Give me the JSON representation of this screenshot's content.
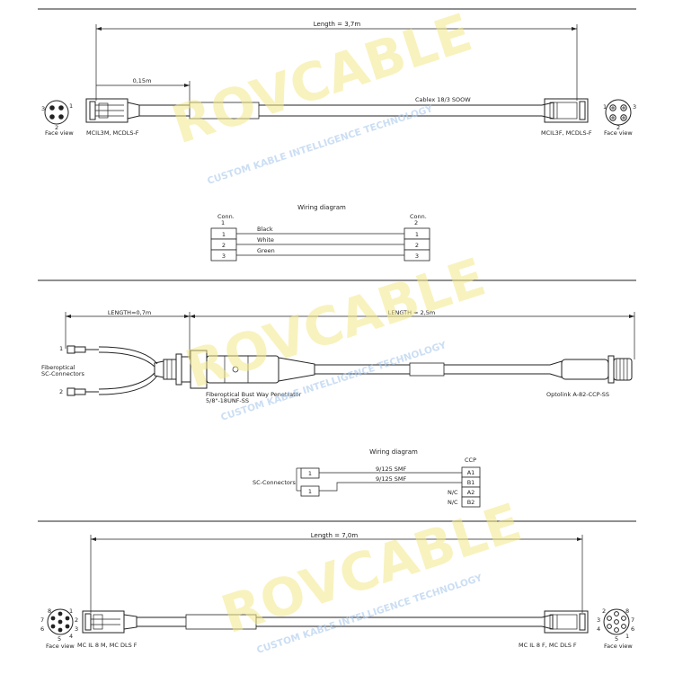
{
  "section1": {
    "length_label": "Length = 3,7m",
    "short_length_label": "0,15m",
    "cable_label": "Cablex 18/3 SOOW",
    "left_connector": "MCIL3M, MCDLS-F",
    "right_connector": "MCIL3F, MCDLS-F",
    "face_view": "Face view",
    "left_pins": [
      "3",
      "1",
      "2"
    ],
    "right_pins": [
      "1",
      "3",
      "2"
    ],
    "wiring_title": "Wiring diagram",
    "conn_left": "Conn.",
    "conn_left_num": "1",
    "conn_right": "Conn.",
    "conn_right_num": "2",
    "wires": [
      {
        "left": "1",
        "color": "Black",
        "right": "1"
      },
      {
        "left": "2",
        "color": "White",
        "right": "2"
      },
      {
        "left": "3",
        "color": "Green",
        "right": "3"
      }
    ]
  },
  "section2": {
    "left_length": "LENGTH=0,7m",
    "right_length": "LENGTH = 2,5m",
    "fiber_label_1": "Fiberoptical",
    "fiber_label_2": "SC-Connectors",
    "pin1": "1",
    "pin2": "2",
    "penetrator_1": "Fiberoptical Bust Way Penetrator",
    "penetrator_2": "5/8\"-18UNF-SS",
    "optolink": "Optolink A-82-CCP-SS",
    "wiring_title": "Wiring diagram",
    "ccp": "CCP",
    "sc_connectors": "SC-Connectors",
    "left_boxes": [
      "1",
      "1"
    ],
    "fiber_1": "9/125 SMF",
    "fiber_2": "9/125 SMF",
    "ccp_pins": [
      "A1",
      "B1",
      "A2",
      "B2"
    ],
    "nc": "N/C"
  },
  "section3": {
    "length_label": "Length = 7,0m",
    "left_connector": "MC IL 8 M, MC DLS F",
    "right_connector": "MC IL 8 F, MC DLS F",
    "face_view": "Face view",
    "left_pins": [
      "8",
      "1",
      "7",
      "6",
      "2",
      "3",
      "5",
      "4"
    ],
    "right_pins": [
      "2",
      "8",
      "3",
      "7",
      "4",
      "6",
      "5",
      "1"
    ]
  },
  "watermark": {
    "brand": "ROVCABLE",
    "tagline": "CUSTOM KABLE INTELLIGENCE TECHNOLOGY"
  }
}
